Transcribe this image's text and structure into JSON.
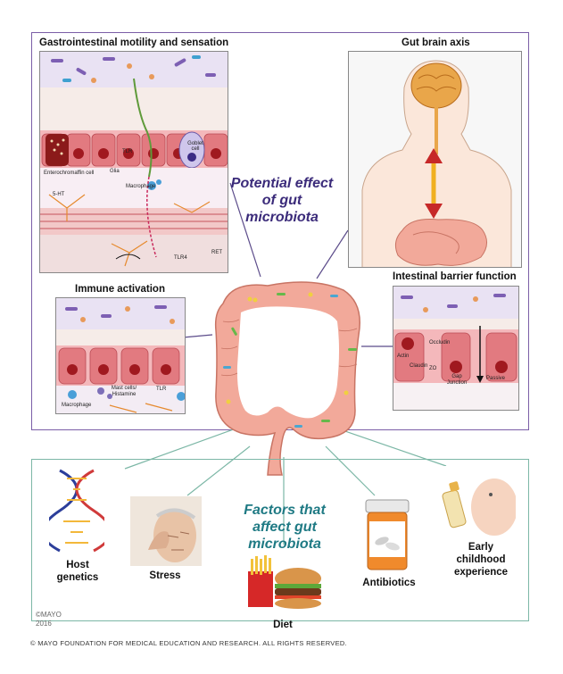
{
  "top_section": {
    "center_title": [
      "Potential effect",
      "of gut",
      "microbiota"
    ],
    "panels": {
      "gi": {
        "title": "Gastrointestinal motility and sensation",
        "labels": {
          "tlr": "TLR",
          "goblet": "Goblet cell",
          "enterochromaffin": "Enterochromaffin cell",
          "glia": "Glia",
          "ht5": "5-HT",
          "macrophage": "Macrophage",
          "tlr4": "TLR4",
          "ret": "RET"
        }
      },
      "brain": {
        "title": "Gut brain axis"
      },
      "immune": {
        "title": "Immune activation",
        "labels": {
          "mast": "Mast cells/ Histamine",
          "tlr": "TLR",
          "macrophage": "Macrophage"
        }
      },
      "barrier": {
        "title": "Intestinal barrier function",
        "labels": {
          "occludin": "Occludin",
          "actin": "Actin",
          "claudin": "Claudin",
          "zo": "ZO",
          "gap": "Gap Junction",
          "passive": "Passive"
        }
      }
    }
  },
  "bottom_section": {
    "center_title": [
      "Factors that",
      "affect gut",
      "microbiota"
    ],
    "factors": {
      "genetics": [
        "Host",
        "genetics"
      ],
      "stress": "Stress",
      "diet": "Diet",
      "antibiotics": "Antibiotics",
      "childhood": [
        "Early",
        "childhood",
        "experience"
      ]
    }
  },
  "credits": {
    "mayo": "©MAYO",
    "year": "2016",
    "footer": "© MAYO FOUNDATION FOR MEDICAL EDUCATION AND RESEARCH. ALL RIGHTS RESERVED."
  },
  "colors": {
    "top_frame": "#7b5ea7",
    "bottom_frame": "#7cb7a6",
    "colon": "#f2a99a",
    "cell": "#e8747a",
    "nucleus": "#a0191f",
    "purple_text": "#3b2b7a",
    "teal_text": "#1f7a84"
  }
}
